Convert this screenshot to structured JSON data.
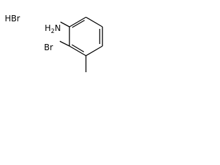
{
  "structure": {
    "salt_label": "HBr",
    "amine_label": "H",
    "amine_subscript": "2",
    "amine_atom": "N",
    "bromo_label": "Br"
  },
  "colors": {
    "bond": "#000000",
    "label": "#000000",
    "background": "#ffffff"
  }
}
